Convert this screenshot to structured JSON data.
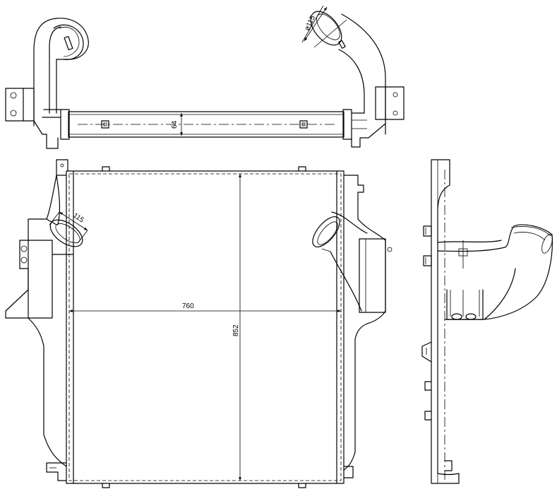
{
  "drawing": {
    "dimensions": {
      "width": "760",
      "height": "852",
      "tube_height": "64",
      "outlet_left": "115",
      "outlet_top_diameter": "ø115"
    }
  }
}
